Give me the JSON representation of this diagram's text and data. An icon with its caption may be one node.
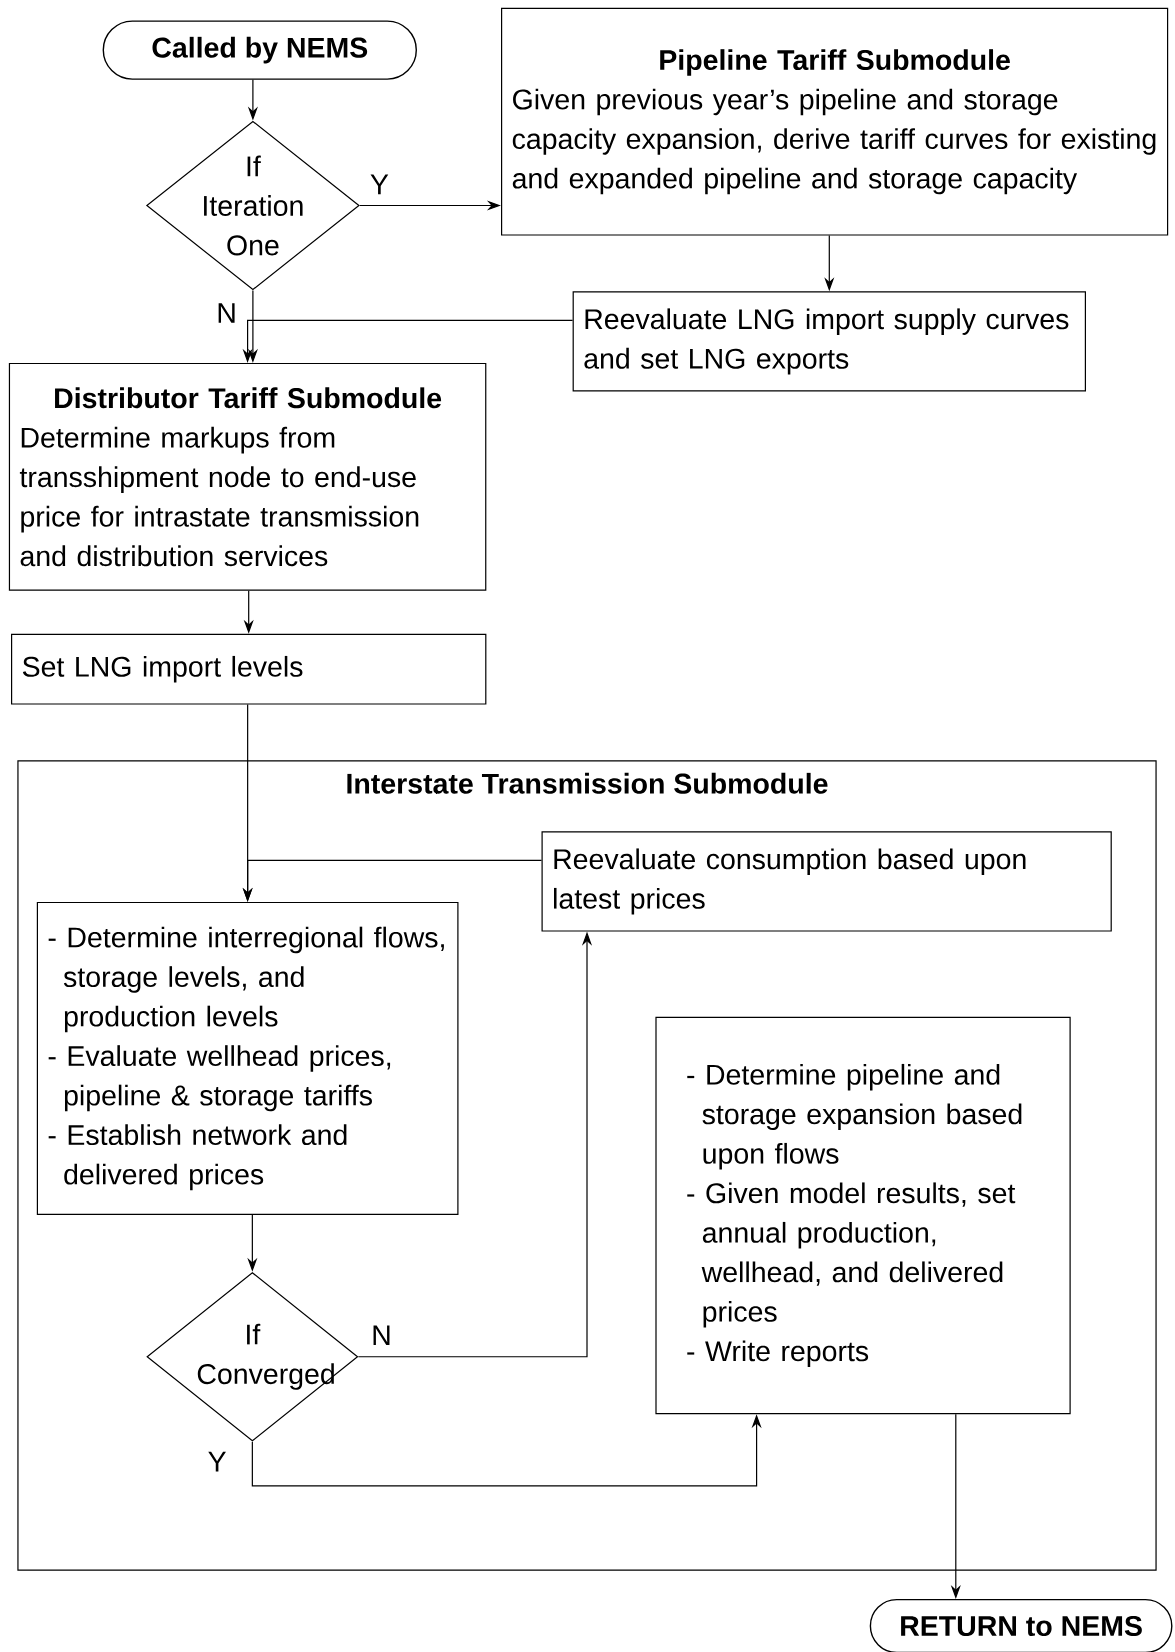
{
  "diagram": {
    "nodes": [
      {
        "text": [
          "Called by NEMS"
        ]
      },
      {
        "text": [
          "If Iteration One"
        ]
      },
      {
        "text": [
          "Pipeline Tariff Submodule",
          "Given previous year’s pipeline and storage capacity expansion, derive tariff curves for existing and expanded pipeline and storage capacity"
        ]
      },
      {
        "text": [
          "Reevaluate LNG import supply curves and set LNG exports"
        ]
      },
      {
        "text": [
          "Distributor Tariff Submodule",
          "Determine markups from transshipment node to end-use price for intrastate transmission and distribution services"
        ]
      },
      {
        "text": [
          "Set LNG import levels"
        ]
      },
      {
        "text": [
          "Interstate Transmission Submodule"
        ]
      },
      {
        "text": [
          "Reevaluate consumption based upon latest prices"
        ],
        "in": 6
      },
      {
        "text": [
          "- Determine interregional flows, storage levels, and production levels",
          "- Evaluate wellhead prices, pipeline & storage tariffs",
          "- Establish network and delivered prices"
        ],
        "in": 6
      },
      {
        "text": [
          "If Converged"
        ],
        "in": 6
      },
      {
        "text": [
          "- Determine pipeline and storage expansion based upon flows",
          "- Given model results, set annual production, wellhead, and delivered prices",
          "- Write reports"
        ],
        "in": 6
      },
      {
        "text": [
          "RETURN to NEMS"
        ]
      }
    ],
    "edges": [
      {
        "from": 0,
        "to": 1,
        "arrow": "to"
      },
      {
        "from": 1,
        "to": 2,
        "arrow": "to",
        "label": "Y"
      },
      {
        "from": 1,
        "to": 4,
        "arrow": "to",
        "label": "N"
      },
      {
        "from": 2,
        "to": 3,
        "arrow": "to"
      },
      {
        "from": 3,
        "to": 4,
        "arrow": "to"
      },
      {
        "from": 4,
        "to": 5,
        "arrow": "to"
      },
      {
        "from": 5,
        "to": 8,
        "arrow": "to"
      },
      {
        "from": 7,
        "to": 8,
        "arrow": "to"
      },
      {
        "from": 8,
        "to": 9,
        "arrow": "to"
      },
      {
        "from": 9,
        "to": 7,
        "arrow": "to",
        "label": "N"
      },
      {
        "from": 9,
        "to": 10,
        "arrow": "to",
        "label": "Y"
      },
      {
        "from": 10,
        "to": 11,
        "arrow": "to"
      }
    ]
  }
}
